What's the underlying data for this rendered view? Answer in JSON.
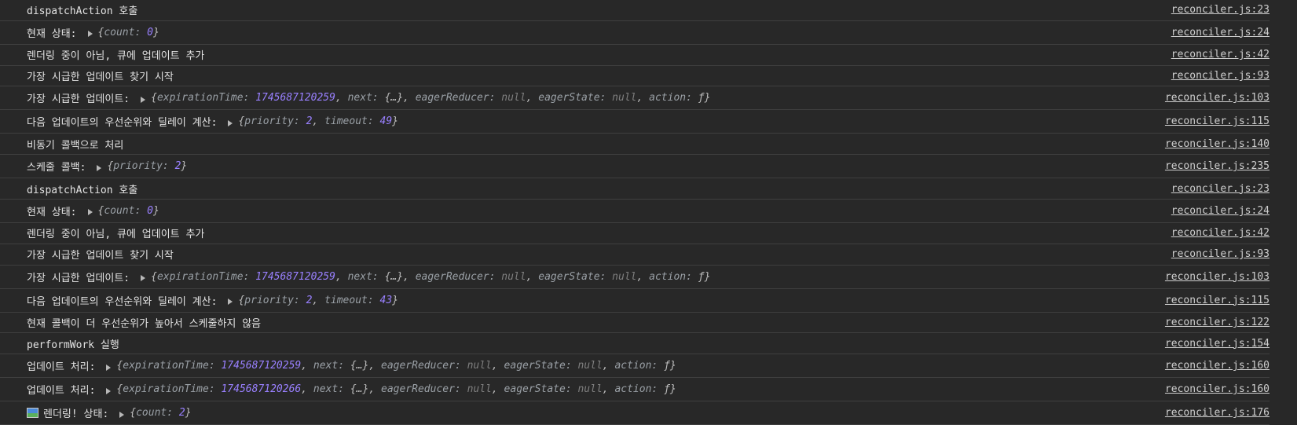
{
  "logs": [
    {
      "text": "dispatchAction 호출",
      "src": "reconciler.js:23"
    },
    {
      "text": "현재 상태:",
      "src": "reconciler.js:24",
      "obj": {
        "kind": "count",
        "count": "0"
      }
    },
    {
      "text": "렌더링 중이 아님, 큐에 업데이트 추가",
      "src": "reconciler.js:42"
    },
    {
      "text": "가장 시급한 업데이트 찾기 시작",
      "src": "reconciler.js:93"
    },
    {
      "text": "가장 시급한 업데이트:",
      "src": "reconciler.js:103",
      "obj": {
        "kind": "update",
        "expirationTime": "1745687120259",
        "next": "{…}",
        "eagerReducer": "null",
        "eagerState": "null",
        "action": "ƒ"
      }
    },
    {
      "text": "다음 업데이트의 우선순위와 딜레이 계산:",
      "src": "reconciler.js:115",
      "obj": {
        "kind": "priotime",
        "priority": "2",
        "timeout": "49"
      }
    },
    {
      "text": "비동기 콜백으로 처리",
      "src": "reconciler.js:140"
    },
    {
      "text": "스케줄 콜백:",
      "src": "reconciler.js:235",
      "obj": {
        "kind": "priority",
        "priority": "2"
      }
    },
    {
      "text": "dispatchAction 호출",
      "src": "reconciler.js:23"
    },
    {
      "text": "현재 상태:",
      "src": "reconciler.js:24",
      "obj": {
        "kind": "count",
        "count": "0"
      }
    },
    {
      "text": "렌더링 중이 아님, 큐에 업데이트 추가",
      "src": "reconciler.js:42"
    },
    {
      "text": "가장 시급한 업데이트 찾기 시작",
      "src": "reconciler.js:93"
    },
    {
      "text": "가장 시급한 업데이트:",
      "src": "reconciler.js:103",
      "obj": {
        "kind": "update",
        "expirationTime": "1745687120259",
        "next": "{…}",
        "eagerReducer": "null",
        "eagerState": "null",
        "action": "ƒ"
      }
    },
    {
      "text": "다음 업데이트의 우선순위와 딜레이 계산:",
      "src": "reconciler.js:115",
      "obj": {
        "kind": "priotime",
        "priority": "2",
        "timeout": "43"
      }
    },
    {
      "text": "현재 콜백이 더 우선순위가 높아서 스케줄하지 않음",
      "src": "reconciler.js:122"
    },
    {
      "text": "performWork 실행",
      "src": "reconciler.js:154"
    },
    {
      "text": "업데이트 처리:",
      "src": "reconciler.js:160",
      "obj": {
        "kind": "update",
        "expirationTime": "1745687120259",
        "next": "{…}",
        "eagerReducer": "null",
        "eagerState": "null",
        "action": "ƒ"
      }
    },
    {
      "text": "업데이트 처리:",
      "src": "reconciler.js:160",
      "obj": {
        "kind": "update",
        "expirationTime": "1745687120266",
        "next": "{…}",
        "eagerReducer": "null",
        "eagerState": "null",
        "action": "ƒ"
      }
    },
    {
      "text": "렌더링! 상태:",
      "src": "reconciler.js:176",
      "icon": "framed-picture-emoji-icon",
      "obj": {
        "kind": "count",
        "count": "2"
      }
    }
  ]
}
